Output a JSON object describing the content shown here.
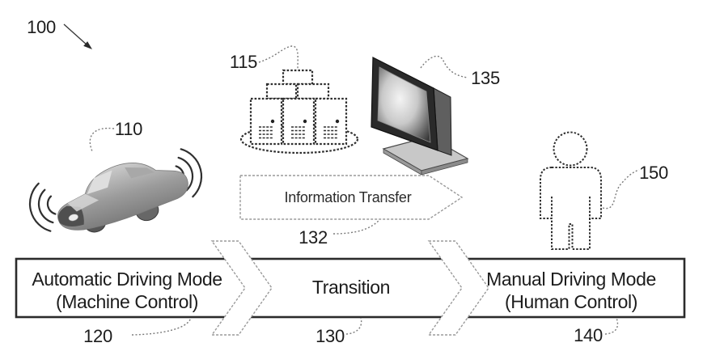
{
  "figure": {
    "system_ref": "100",
    "vehicle": {
      "ref": "110",
      "icon": "autonomous-car-icon"
    },
    "server": {
      "ref": "115",
      "icon": "server-stack-icon"
    },
    "display": {
      "ref": "135",
      "icon": "monitor-icon"
    },
    "human": {
      "ref": "150",
      "icon": "person-icon"
    },
    "info_arrow": {
      "label": "Information Transfer",
      "ref": "132"
    },
    "timeline": {
      "auto": {
        "line1": "Automatic Driving Mode",
        "line2": "(Machine Control)",
        "ref": "120"
      },
      "transition": {
        "label": "Transition",
        "ref": "130"
      },
      "manual": {
        "line1": "Manual Driving Mode",
        "line2": "(Human Control)",
        "ref": "140"
      }
    },
    "colors": {
      "ink": "#1c1c1c",
      "box_border": "#2b2b2b",
      "chevron_outline": "#9a9a9a",
      "leader": "#7a7a7a",
      "fill": "#ffffff"
    }
  }
}
